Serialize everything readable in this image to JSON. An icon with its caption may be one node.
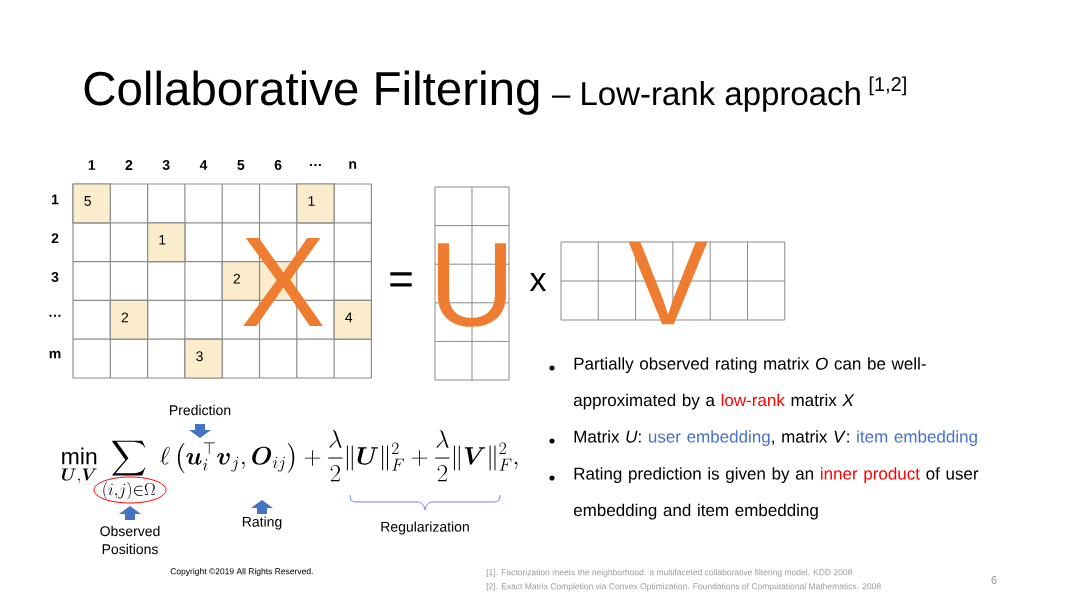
{
  "diagram": {
    "title": "Collaborative Filtering",
    "labels": [
      "– Low-rank approach",
      "[1,2]",
      "1",
      "2",
      "3",
      "4",
      "5",
      "6",
      "…",
      "n",
      "1",
      "2",
      "3",
      "…",
      "m",
      "5",
      "1",
      "1",
      "2",
      "2",
      "4",
      "3",
      "X",
      "=",
      "U",
      "x",
      "V",
      "Prediction",
      "\\min_{\\boldsymbol{U},\\boldsymbol{V}} \\sum_{(i,j)\\in\\Omega} \\ell\\left(\\boldsymbol{u}_i^{\\top}\\boldsymbol{v}_j, \\boldsymbol{O}_{ij}\\right) + \\frac{\\lambda}{2}\\|\\boldsymbol{U}\\|_F^2 + \\frac{\\lambda}{2}\\|\\boldsymbol{V}\\|_F^2,",
      "Observed Positions",
      "Rating",
      "Regularization",
      "Partially observed rating matrix *O* can be well-approximated by a",
      "low-rank",
      "matrix *X*",
      "Matrix *U*:",
      "user embedding",
      ", matrix *V*:",
      "item embedding",
      "Rating prediction is given by an",
      "inner product",
      "of user embedding and item embedding",
      "Copyright ©2019 All Rights Reserved.",
      "[1]. Factorization meets the neighborhood: a multifaceted collaborative filtering model. KDD 2008",
      "[2]. Exact Matrix Completion via Convex Optimization. Foundations of Computational Mathematics. 2008",
      "6"
    ]
  }
}
